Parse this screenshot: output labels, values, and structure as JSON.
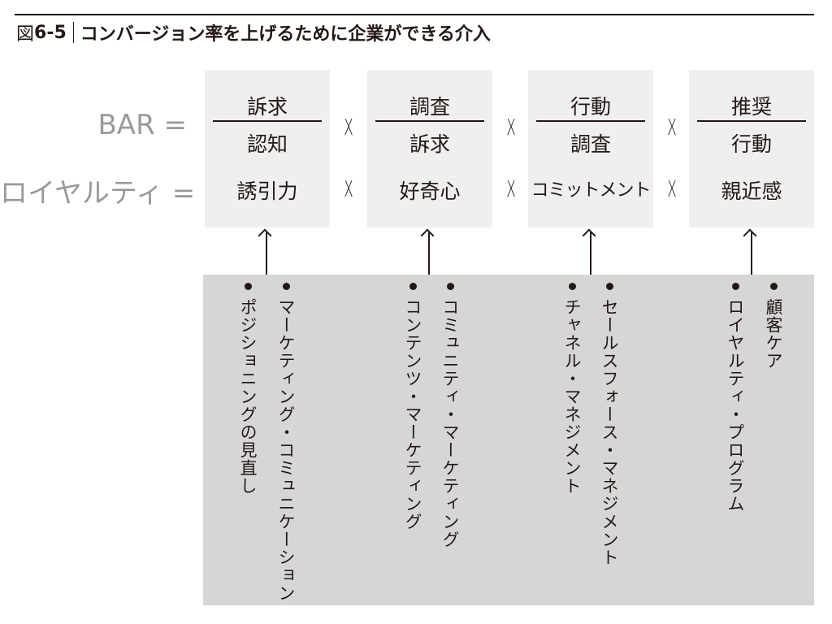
{
  "title": {
    "figure": "図",
    "number": "6-5",
    "text": "コンバージョン率を上げるために企業ができる介入"
  },
  "rows": {
    "bar_label": "BAR =",
    "loyalty_label": "ロイヤルティ ="
  },
  "times_symbol": "X",
  "boxes": [
    {
      "numerator": "訴求",
      "denominator": "認知",
      "loyalty": "誘引力"
    },
    {
      "numerator": "調査",
      "denominator": "訴求",
      "loyalty": "好奇心"
    },
    {
      "numerator": "行動",
      "denominator": "調査",
      "loyalty": "コミットメント"
    },
    {
      "numerator": "推奨",
      "denominator": "行動",
      "loyalty": "親近感"
    }
  ],
  "interventions": [
    [
      "マーケティング・コミュニケーション",
      "ポジショニングの見直し"
    ],
    [
      "コミュニティ・マーケティング",
      "コンテンツ・マーケティング"
    ],
    [
      "セールスフォース・マネジメント",
      "チャネル・マネジメント"
    ],
    [
      "顧客ケア",
      "ロイヤルティ・プログラム"
    ]
  ]
}
